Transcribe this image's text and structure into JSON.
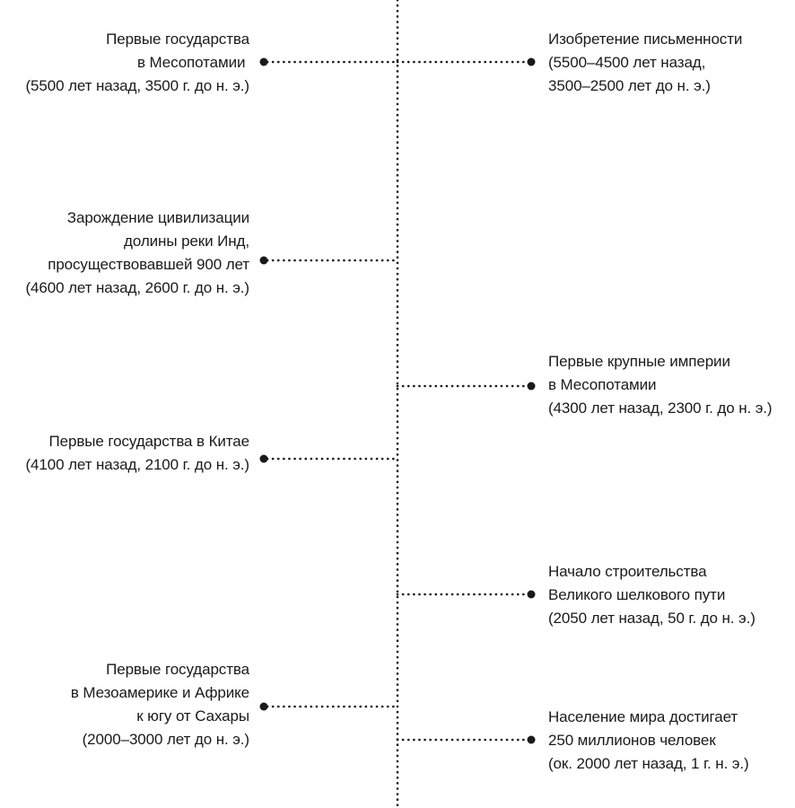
{
  "events": [
    {
      "id": "mesopotamia-states",
      "side": "left",
      "lines": [
        "Первые государства",
        "в Месопотамии ",
        "(5500 лет назад, 3500 г. до н. э.)"
      ]
    },
    {
      "id": "writing",
      "side": "right",
      "lines": [
        "Изобретение письменности",
        "(5500–4500 лет назад,",
        "3500–2500 лет до н. э.)"
      ]
    },
    {
      "id": "indus",
      "side": "left",
      "lines": [
        "Зарождение цивилизации",
        "долины реки Инд,",
        "просуществовавшей 900 лет",
        "(4600 лет назад, 2600 г. до н. э.)"
      ]
    },
    {
      "id": "mesopotamia-empires",
      "side": "right",
      "lines": [
        "Первые крупные империи",
        "в Месопотамии",
        "(4300 лет назад, 2300 г. до н. э.)"
      ]
    },
    {
      "id": "china",
      "side": "left",
      "lines": [
        "Первые государства в Китае",
        "(4100 лет назад, 2100 г. до н. э.)"
      ]
    },
    {
      "id": "silk-road",
      "side": "right",
      "lines": [
        "Начало строительства",
        "Великого шелкового пути",
        "(2050 лет назад, 50 г. до н. э.)"
      ]
    },
    {
      "id": "mesoamerica-africa",
      "side": "left",
      "lines": [
        "Первые государства",
        "в Мезоамерике и Африке",
        "к югу от Сахары",
        "(2000–3000 лет до н. э.)"
      ]
    },
    {
      "id": "population",
      "side": "right",
      "lines": [
        "Население мира достигает",
        "250 миллионов человек",
        "(ок. 2000 лет назад, 1 г. н. э.)"
      ]
    }
  ],
  "colors": {
    "ink": "#1a1a1a"
  }
}
